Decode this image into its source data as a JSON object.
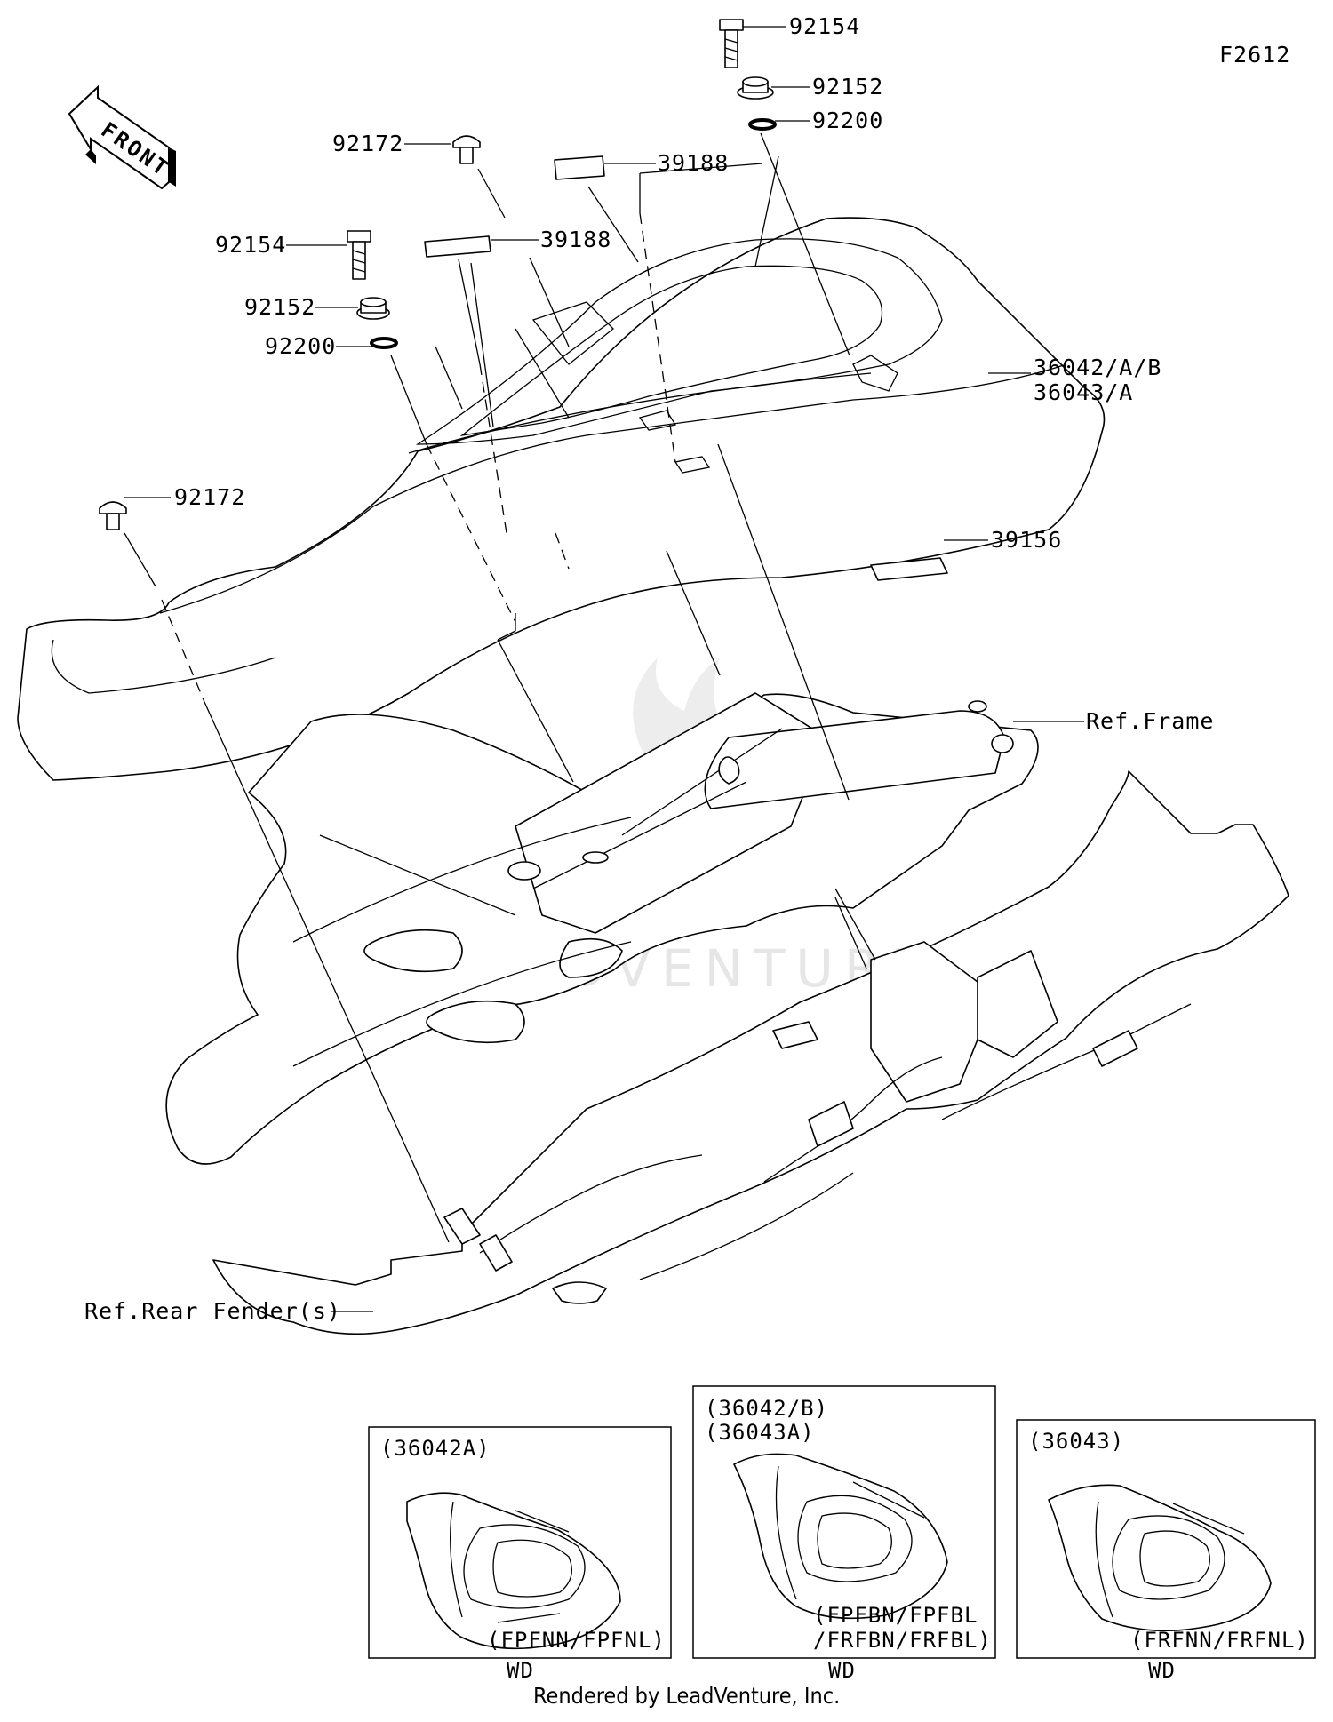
{
  "figure_code": "F2612",
  "front_label": "FRONT",
  "watermark": "LEADVENTURE",
  "callouts": {
    "bolt_top": "92154",
    "washer_top": "92152",
    "oring_top": "92200",
    "clip_upper": "92172",
    "label_upper": "39188",
    "label_mid": "39188",
    "bolt_left": "92154",
    "washer_left": "92152",
    "oring_left": "92200",
    "clip_left": "92172",
    "cover_line1": "36042/A/B",
    "cover_line2": "36043/A",
    "label_lower": "39156",
    "ref_frame": "Ref.Frame",
    "ref_fender": "Ref.Rear Fender(s)"
  },
  "insets": [
    {
      "title": "(36042A)",
      "title2": "",
      "codes": "(FPFNN/FPFNL)",
      "codes2": "",
      "footer": "WD"
    },
    {
      "title": "(36042/B)",
      "title2": "(36043A)",
      "codes": "(FPFBN/FPFBL",
      "codes2": "/FRFBN/FRFBL)",
      "footer": "WD"
    },
    {
      "title": "(36043)",
      "title2": "",
      "codes": "(FRFNN/FRFNL)",
      "codes2": "",
      "footer": "WD"
    }
  ],
  "credit": "Rendered by LeadVenture, Inc."
}
